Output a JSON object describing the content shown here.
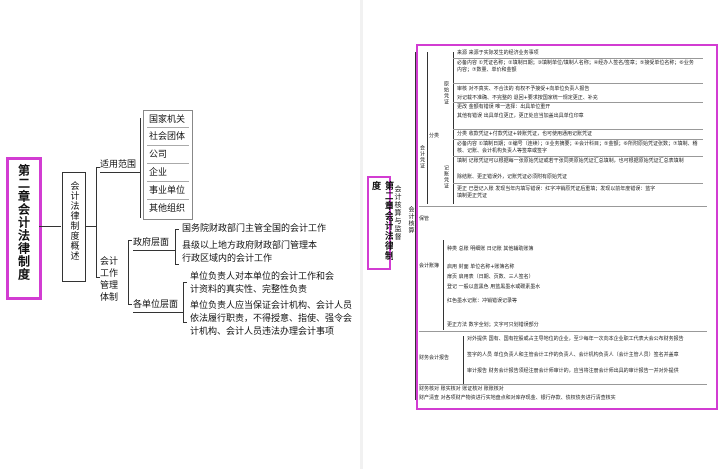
{
  "left": {
    "root": "第二章会计法律制度",
    "sub": "会计法律制度概述",
    "scope": {
      "label": "适用范围",
      "items": [
        "国家机关",
        "社会团体",
        "公司",
        "企业",
        "事业单位",
        "其他组织"
      ]
    },
    "mgmt": {
      "label": "会计工作管理体制",
      "gov": {
        "label": "政府层面",
        "items": [
          "国务院财政部门主管全国的会计工作",
          "县级以上地方政府财政部门管理本行政区域内的会计工作"
        ]
      },
      "unit": {
        "label": "各单位层面",
        "items": [
          "单位负责人对本单位的会计工作和会计资料的真实性、完整性负责",
          "单位负责人应当保证会计机构、会计人员依法履行职责，不得授意、指使、强令会计机构、会计人员违法办理会计事项"
        ]
      }
    }
  },
  "right": {
    "root": "第二章会计法律制度",
    "sub": "会计核算与监督",
    "sub2": "会计核算",
    "pingzheng": {
      "label": "会计凭证",
      "fenlei": "分类",
      "yuanshi": "原始凭证",
      "jizhang": "记账凭证",
      "rows": [
        {
          "a": "来源",
          "b": "来源于实际发生的经济业务事项"
        },
        {
          "a": "必备内容",
          "b": "①凭证名称；②填制日期；③填制单位/填制人名称；④经办人签名/签章；⑤接受单位名称；⑥业务内容；⑦数量、单价和金额"
        },
        {
          "a": "审核",
          "b": "对不真实、不合法的  有权不予接受+向单位负责人报告"
        },
        {
          "a": "",
          "b": "对记载不准确、不完整的  退回+要求按国家统一规定更正、补充"
        },
        {
          "a": "更改",
          "b": "金额有错误  唯一选择：出具单位重开"
        },
        {
          "a": "",
          "b": "其他有错误  出具单位更正，更正处应当加盖出具单位印章"
        },
        {
          "a": "分类",
          "b": "收款凭证+付款凭证+转账凭证，也可使用通用记账凭证"
        },
        {
          "a": "必备内容",
          "b": "①填制日期；②编号（连续）；③业务摘要；④会计科目；⑤金额；⑥所附原始凭证张数；⑦填制、稽核、记账、会计机构负责人等签章或签字"
        },
        {
          "a": "填制",
          "b": "记账凭证可以根据每一张原始凭证或若干张同类原始凭证汇总填制，也可根据原始凭证汇总表填制"
        },
        {
          "a": "",
          "b": "除结账、更正错误外，记账凭证必须附有原始凭证"
        },
        {
          "a": "更正",
          "b": "已登记入账  发现当年内填写错误：红字冲销原凭证后重填；发现以前年度错误：蓝字填制更正凭证"
        }
      ]
    },
    "books": {
      "label": "会计账簿",
      "rows": [
        {
          "a": "种类",
          "b": "总账  明细账  日记账  其他辅助账簿"
        },
        {
          "a": "启用",
          "b": "封面  单位名称+账簿名称"
        },
        {
          "a": "",
          "b": "扉页  启用表（日期、页数、三人签名）"
        },
        {
          "a": "登记",
          "b": "一般以蓝黑色  用蓝黑墨水或碳素墨水"
        },
        {
          "a": "",
          "b": "红色墨水记账：冲销错误记录等"
        },
        {
          "a": "更正方法",
          "b": "数字全划；文字可只划错误部分"
        }
      ]
    },
    "report": {
      "label": "财务会计报告",
      "rows": [
        {
          "a": "对外提供",
          "b": "国有、国有控股或占主导地位的企业，至少每年一次向本企业职工代表大会公布财务报告"
        },
        {
          "a": "签字的人员",
          "b": "单位负责人和主管会计工作的负责人、会计机构负责人（会计主管人员）签名并盖章"
        },
        {
          "a": "审计报告",
          "b": "财务会计报告须经注册会计师审计的，应当将注册会计师出具的审计报告一并对外提供"
        }
      ]
    },
    "other": [
      {
        "a": "财务核对",
        "b": "账实核对  账证核对  账账核对"
      },
      {
        "a": "财产清查",
        "b": "对各项财产物资进行实地盘点和对库存现金、银行存款、债权债务进行清查核实"
      }
    ],
    "baoguan": "保管"
  }
}
